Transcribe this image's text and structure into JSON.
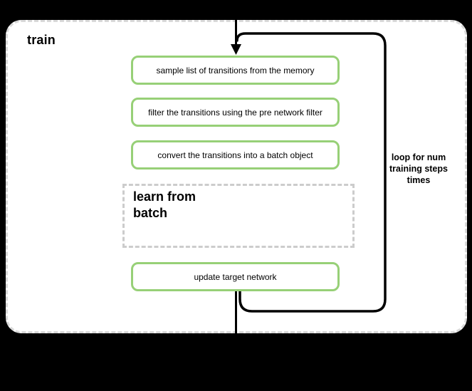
{
  "diagram": {
    "title": "train",
    "steps": [
      {
        "label": "sample list of transitions from the memory"
      },
      {
        "label": "filter the transitions using the pre network filter"
      },
      {
        "label": "convert the transitions into a batch object"
      }
    ],
    "subprocess": {
      "lines": [
        "learn from",
        "batch"
      ]
    },
    "final_step": {
      "label": "update target network"
    },
    "loop_annotation": {
      "lines": [
        "loop for num",
        "training steps",
        "times"
      ]
    },
    "colors": {
      "background": "#000000",
      "container_fill": "#ffffff",
      "container_border": "#d9d9d9",
      "step_border": "#97d077",
      "subprocess_border": "#cccccc",
      "connector": "#000000",
      "text": "#000000"
    }
  }
}
